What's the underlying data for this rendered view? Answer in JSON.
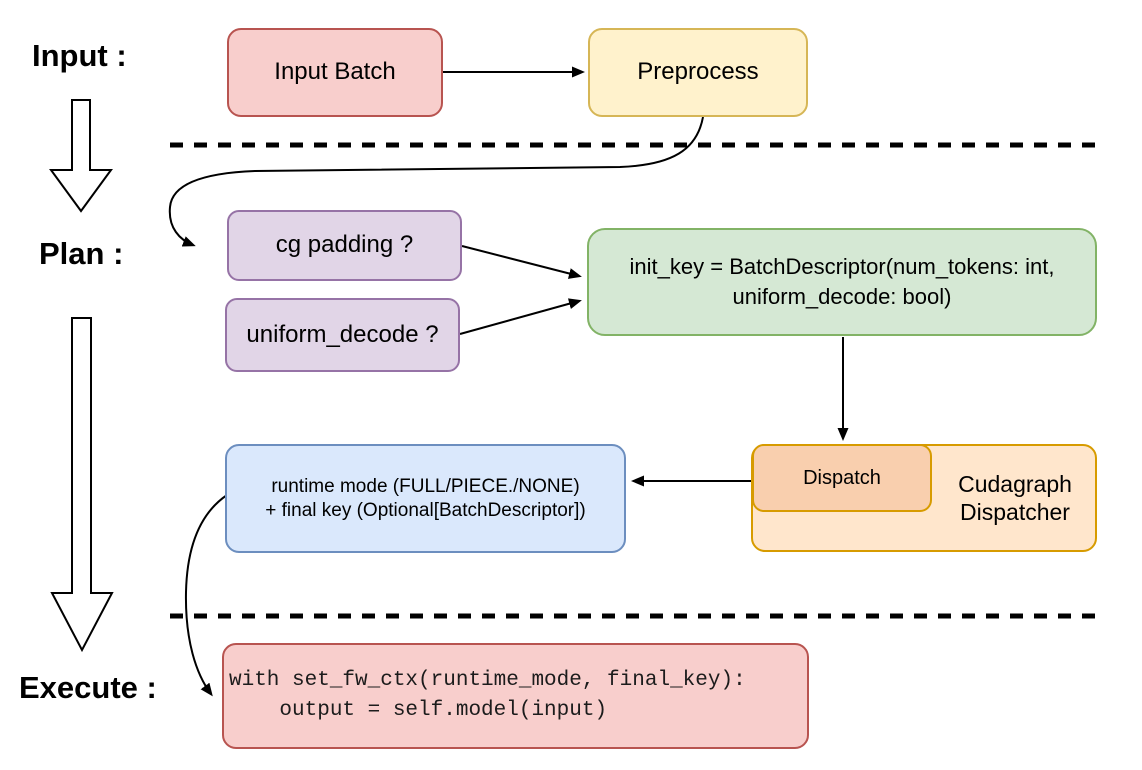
{
  "colors": {
    "red": {
      "fill": "#f8cecc",
      "stroke": "#b85450"
    },
    "yellow": {
      "fill": "#fff2cc",
      "stroke": "#d6b656"
    },
    "purple": {
      "fill": "#e1d5e7",
      "stroke": "#9673a6"
    },
    "green": {
      "fill": "#d5e8d4",
      "stroke": "#82b366"
    },
    "orange": {
      "fill": "#ffe6cc",
      "stroke": "#d79b00"
    },
    "orange_inner": {
      "fill": "#f9cfae",
      "stroke": "#d79b00"
    },
    "blue": {
      "fill": "#dae8fc",
      "stroke": "#6c8ebf"
    }
  },
  "stages": {
    "input_label": "Input :",
    "plan_label": "Plan :",
    "execute_label": "Execute :"
  },
  "nodes": {
    "input_batch": "Input Batch",
    "preprocess": "Preprocess",
    "cg_padding": "cg padding ?",
    "uniform_decode": "uniform_decode ?",
    "init_key_line1": "init_key = BatchDescriptor(num_tokens: int,",
    "init_key_line2": "uniform_decode: bool)",
    "dispatch": "Dispatch",
    "dispatcher_line1": "Cudagraph",
    "dispatcher_line2": "Dispatcher",
    "runtime_line1": "runtime mode (FULL/PIECE./NONE)",
    "runtime_line2": "+ final key (Optional[BatchDescriptor])",
    "code_line1": "with set_fw_ctx(runtime_mode, final_key):",
    "code_line2": "    output = self.model(input)"
  }
}
